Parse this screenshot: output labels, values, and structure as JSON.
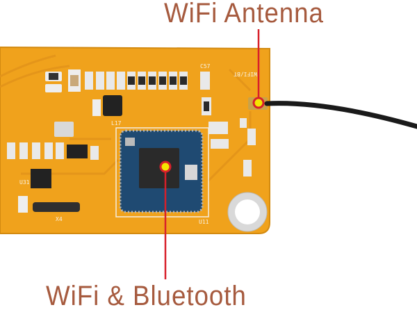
{
  "labels": {
    "antenna": "WiFi Antenna",
    "module": "WiFi & Bluetooth"
  },
  "board_silkscreen": {
    "wifi_bt": "WIFI/BT",
    "module_ref": "U11",
    "crystal": "X4",
    "chip": "U31",
    "inductor": "L17",
    "cap": "C57"
  },
  "colors": {
    "label_text": "#a65a3e",
    "marker_ring": "#d8202a",
    "marker_fill": "#f5e400",
    "pcb": "#f0a21c",
    "module": "#1f4a72"
  }
}
